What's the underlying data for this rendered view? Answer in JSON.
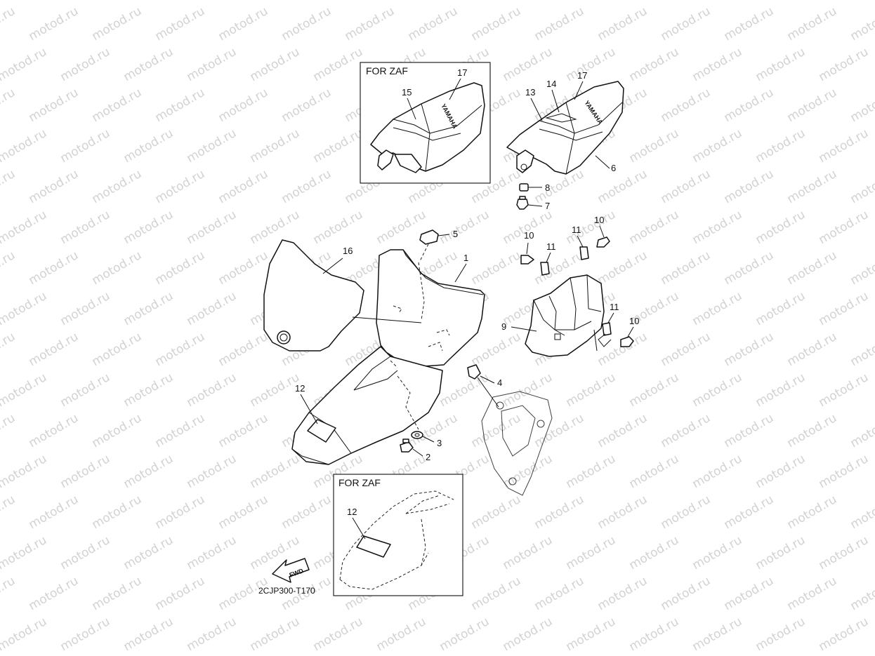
{
  "watermark": {
    "text": "motod.ru",
    "color": "#d2d2d2"
  },
  "insets": [
    {
      "title": "FOR ZAF"
    },
    {
      "title": "FOR ZAF"
    }
  ],
  "emblem": {
    "text": "YAMAHA"
  },
  "fwd_arrow": {
    "text": "FWD"
  },
  "diagram_code": "2CJP300-T170",
  "callouts": {
    "c1": "1",
    "c2": "2",
    "c3": "3",
    "c4": "4",
    "c5": "5",
    "c6": "6",
    "c7": "7",
    "c8": "8",
    "c9": "9",
    "c10a": "10",
    "c10b": "10",
    "c10c": "10",
    "c11a": "11",
    "c11b": "11",
    "c11c": "11",
    "c12a": "12",
    "c12b": "12",
    "c13": "13",
    "c14": "14",
    "c15": "15",
    "c16": "16",
    "c17a": "17",
    "c17b": "17"
  }
}
